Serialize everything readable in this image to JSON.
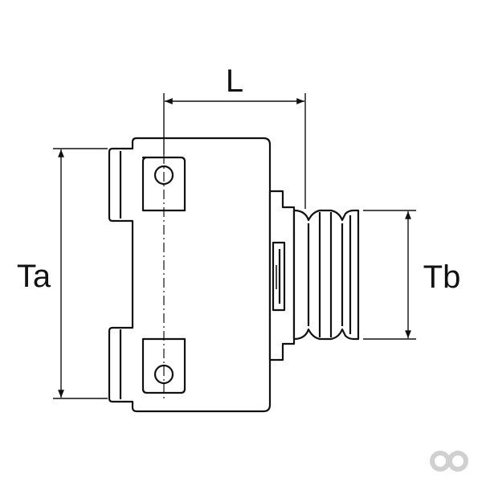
{
  "labels": {
    "length": "L",
    "diameter_a": "Ta",
    "diameter_b": "Tb"
  },
  "colors": {
    "stroke": "#111111",
    "body_fill": "#ffffff",
    "logo": "#d0d0d0"
  },
  "logo": {
    "icon": "infinity-logo-icon"
  }
}
